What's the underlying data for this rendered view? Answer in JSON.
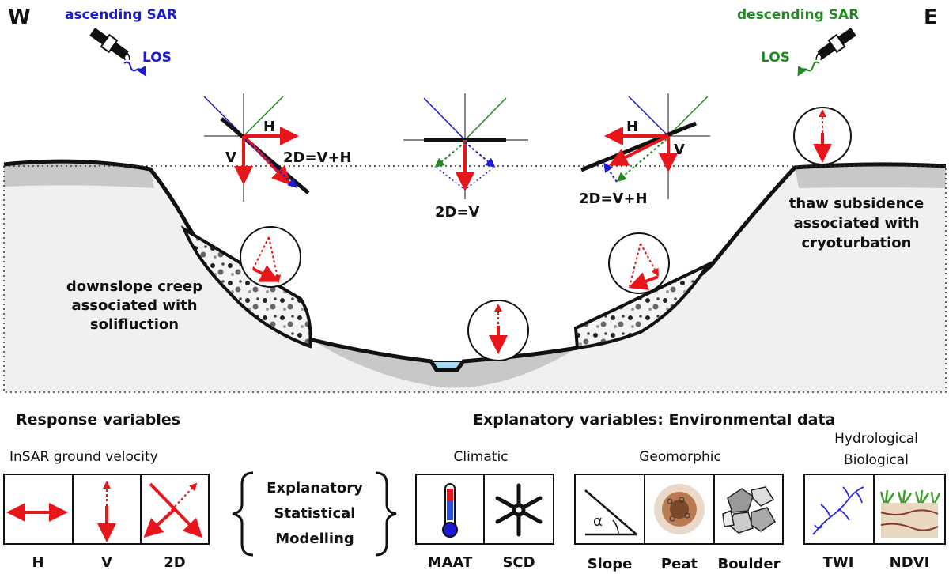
{
  "compass": {
    "west": "W",
    "east": "E"
  },
  "satellites": {
    "ascending": {
      "title": "ascending SAR",
      "los": "LOS",
      "color": "#1a1ad6"
    },
    "descending": {
      "title": "descending SAR",
      "los": "LOS",
      "color": "#1f8a1f"
    }
  },
  "vectors": {
    "h": "H",
    "v": "V",
    "left_2d": "2D=V+H",
    "center_2d": "2D=V",
    "right_2d": "2D=V+H"
  },
  "annotations": {
    "creep_line1": "downslope creep",
    "creep_line2": "associated with",
    "creep_line3": "solifluction",
    "thaw_line1": "thaw subsidence",
    "thaw_line2": "associated with",
    "thaw_line3": "cryoturbation"
  },
  "response": {
    "heading": "Response variables",
    "subheading": "InSAR ground velocity",
    "labels": [
      "H",
      "V",
      "2D"
    ]
  },
  "modelling": {
    "line1": "Explanatory",
    "line2": "Statistical",
    "line3": "Modelling"
  },
  "explanatory": {
    "heading": "Explanatory variables: Environmental data",
    "climatic": {
      "title": "Climatic",
      "labels": [
        "MAAT",
        "SCD"
      ]
    },
    "geomorphic": {
      "title": "Geomorphic",
      "labels": [
        "Slope",
        "Peat",
        "Boulder"
      ],
      "alpha": "α"
    },
    "hydro": {
      "title1": "Hydrological",
      "title2": "Biological",
      "labels": [
        "TWI",
        "NDVI"
      ]
    }
  },
  "colors": {
    "red": "#e8161b",
    "blue": "#1a1ad6",
    "green": "#1f8a1f",
    "ground": "#f0f0f0",
    "ground_dark": "#c8c8c8",
    "water": "#a8d8f0"
  }
}
